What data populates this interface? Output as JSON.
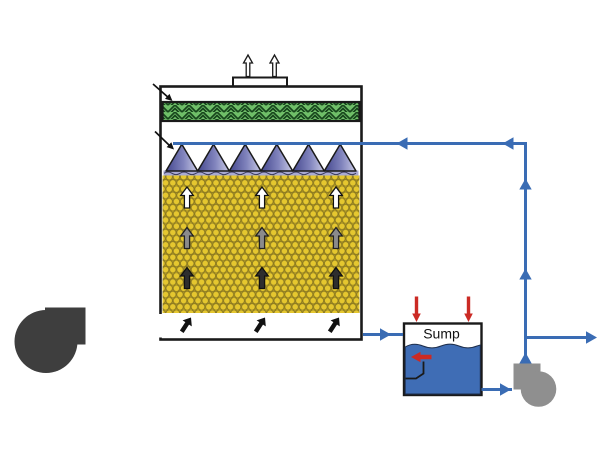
{
  "diagram": {
    "type": "process-schematic",
    "subject": "evaporative-cooling-tower-with-recirculating-sump",
    "labels": {
      "sump": "Sump"
    },
    "components": [
      "inlet-fan",
      "tower-shell",
      "exhaust-outlet-stub",
      "mist-eliminator-pad",
      "spray-nozzles",
      "wetted-media-pad",
      "sump-tank",
      "float-valve",
      "recirculation-pump",
      "recirculation-piping",
      "blowdown-pipe"
    ],
    "arrows": {
      "exhaust_air": {
        "count": 2,
        "color": "#ffffff"
      },
      "media_airflow_rows": [
        {
          "row": "top",
          "color": "#ffffff",
          "count": 3
        },
        {
          "row": "middle",
          "color": "#8b8b8b",
          "count": 3
        },
        {
          "row": "bottom",
          "color": "#2e2e2e",
          "count": 3
        }
      ],
      "inlet_air": {
        "count": 3,
        "color": "#111111"
      },
      "makeup_water": {
        "count": 2,
        "color": "#cb2a24"
      },
      "recirculation_flow_heads": {
        "count": 7,
        "color": "#3a6cb4"
      }
    },
    "colors": {
      "outline": "#1a1a1a",
      "pipe_blue": "#3a6cb4",
      "sump_water": "#3f6db5",
      "makeup_red": "#cb2a24",
      "media_yellow": "#e5c72f",
      "media_cell_outline": "#8a7820",
      "media_gap": "#b29a22",
      "mist_eliminator_green": "#6fbe68",
      "mist_eliminator_weave": "#17451c",
      "nozzle_dark": "#44478e",
      "nozzle_light": "#c9cae5",
      "water_film_strip": "#a9aad3",
      "fan_dark": "#3e3e3e",
      "pump_gray": "#8f8f8f"
    }
  }
}
